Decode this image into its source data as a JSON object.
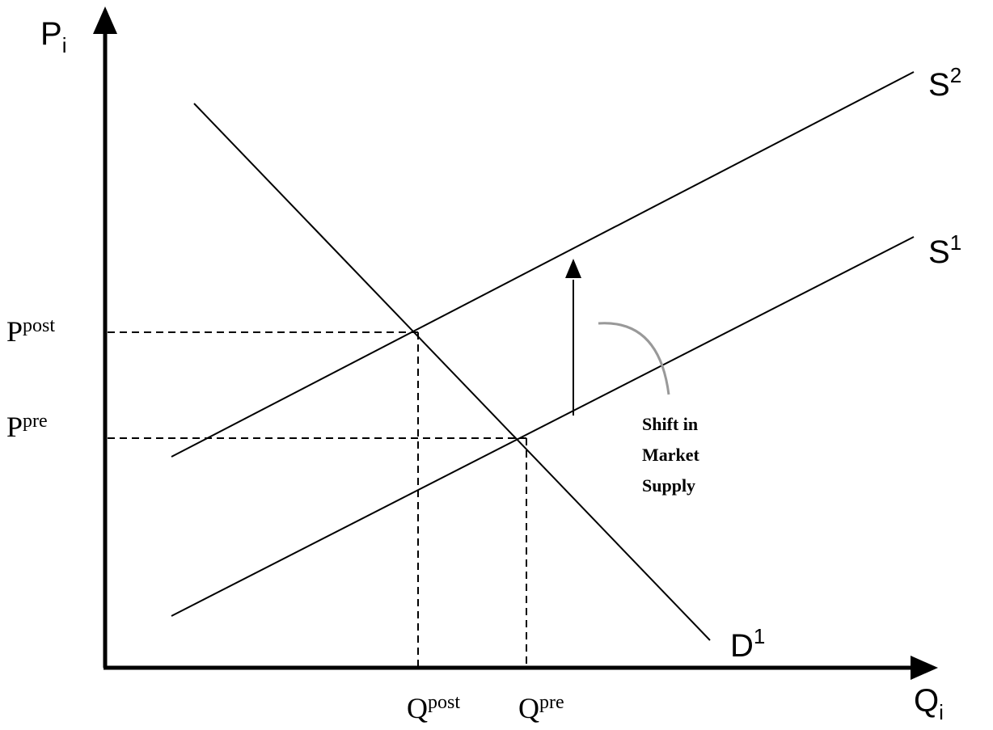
{
  "axes": {
    "y": {
      "base": "P",
      "sub": "i"
    },
    "x": {
      "base": "Q",
      "sub": "i"
    }
  },
  "curves": {
    "s2": {
      "base": "S",
      "sup": "2"
    },
    "s1": {
      "base": "S",
      "sup": "1"
    },
    "d1": {
      "base": "D",
      "sup": "1"
    }
  },
  "price_labels": {
    "post": {
      "base": "P",
      "sup": "post"
    },
    "pre": {
      "base": "P",
      "sup": "pre"
    }
  },
  "quantity_labels": {
    "post": {
      "base": "Q",
      "sup": "post"
    },
    "pre": {
      "base": "Q",
      "sup": "pre"
    }
  },
  "annotation": {
    "lines": [
      "Shift in",
      "Market",
      "Supply"
    ]
  },
  "colors": {
    "line": "#000000",
    "pointer_arc": "#999999",
    "background": "#ffffff"
  }
}
